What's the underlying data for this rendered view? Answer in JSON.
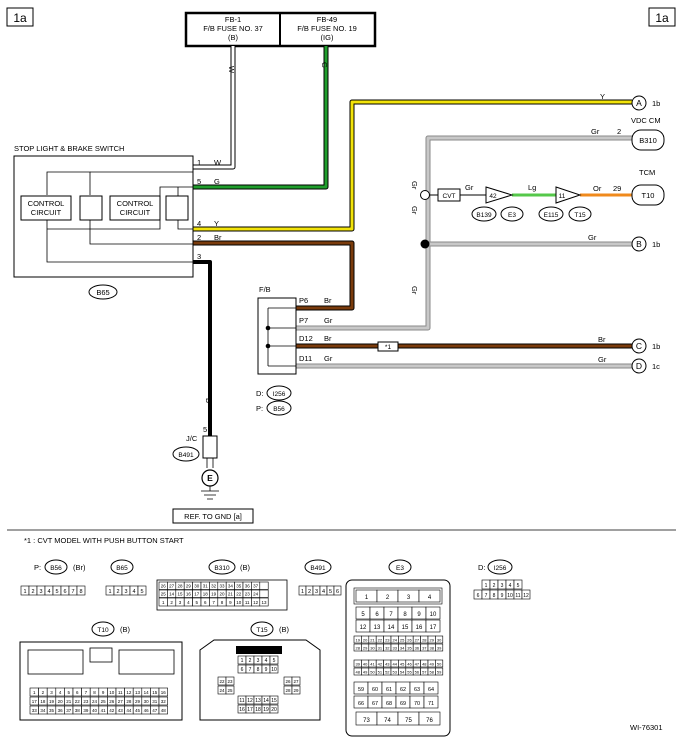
{
  "page_tag_left": "1a",
  "page_tag_right": "1a",
  "fuse_left": {
    "line1": "FB-1",
    "line2": "F/B FUSE NO. 37",
    "line3": "(B)"
  },
  "fuse_right": {
    "line1": "FB-49",
    "line2": "F/B FUSE NO. 19",
    "line3": "(IG)"
  },
  "switch": {
    "title": "STOP LIGHT & BRAKE SWITCH",
    "circuit_a": [
      "CONTROL",
      "CIRCUIT"
    ],
    "circuit_b": [
      "CONTROL",
      "CIRCUIT"
    ],
    "connector": "B65",
    "pins": [
      {
        "pin": "1",
        "color": "W"
      },
      {
        "pin": "5",
        "color": "G"
      },
      {
        "pin": "4",
        "color": "Y"
      },
      {
        "pin": "2",
        "color": "Br"
      },
      {
        "pin": "3",
        "color": ""
      }
    ]
  },
  "wire_labels": {
    "w": "W",
    "g": "G",
    "y": "Y",
    "gr": "Gr",
    "gr2": "Gr",
    "b": "B",
    "lg": "Lg",
    "or": "Or",
    "br": "Br"
  },
  "vdc": {
    "title": "VDC CM",
    "connector": "B310",
    "pin": "2",
    "color": "Gr"
  },
  "tcm": {
    "title": "TCM",
    "connector": "T10",
    "pin": "29",
    "color": "Or"
  },
  "cvt": {
    "label": "CVT",
    "c1_pin": "42",
    "c1_conn_a": "B139",
    "c1_conn_b": "E3",
    "c2_pin": "11",
    "c2_conn_a": "E115",
    "c2_conn_b": "T15"
  },
  "refs": [
    {
      "letter": "A",
      "page": "1b",
      "color": "Y"
    },
    {
      "letter": "B",
      "page": "1b",
      "color": "Gr"
    },
    {
      "letter": "C",
      "page": "1b",
      "color": "Br"
    },
    {
      "letter": "D",
      "page": "1c",
      "color": "Gr"
    }
  ],
  "fb": {
    "title": "F/B",
    "pins": [
      {
        "pin": "P6",
        "color": "Br"
      },
      {
        "pin": "P7",
        "color": "Gr"
      },
      {
        "pin": "D12",
        "color": "Br"
      },
      {
        "pin": "D11",
        "color": "Gr"
      }
    ],
    "conn_d_prefix": "D:",
    "conn_d": "I256",
    "conn_p_prefix": "P:",
    "conn_p": "B56"
  },
  "note_marker": "*1",
  "footnote": "*1  : CVT MODEL WITH PUSH BUTTON START",
  "jc": {
    "title": "J/C",
    "connector": "B491",
    "pin": "5",
    "wire": "B"
  },
  "ground": {
    "letter": "E",
    "ref": "REF. TO GND  [a]"
  },
  "connectors": {
    "b56": {
      "prefix": "P:",
      "name": "B56",
      "suffix": "(Br)",
      "pins": [
        "1",
        "2",
        "3",
        "4",
        "5",
        "6",
        "7",
        "8"
      ]
    },
    "b65": {
      "name": "B65",
      "pins": [
        "1",
        "2",
        "3",
        "4",
        "5"
      ]
    },
    "b310": {
      "name": "B310",
      "suffix": "(B)"
    },
    "b491": {
      "name": "B491",
      "pins": [
        "1",
        "2",
        "3",
        "4",
        "5",
        "6"
      ]
    },
    "e3": {
      "name": "E3"
    },
    "i256": {
      "prefix": "D:",
      "name": "I256",
      "row1": [
        "1",
        "2",
        "3",
        "4",
        "5"
      ],
      "row2": [
        "6",
        "7",
        "8",
        "9",
        "10",
        "11",
        "12"
      ]
    },
    "t10": {
      "name": "T10",
      "suffix": "(B)"
    },
    "t15": {
      "name": "T15",
      "suffix": "(B)"
    }
  },
  "figure_id": "WI-76301",
  "colors": {
    "yellow": "#f2e30a",
    "green": "#1f9e2c",
    "lightgreen": "#55c84a",
    "brown": "#7a3b0c",
    "gray": "#b9b9b9",
    "orange": "#f08a1c",
    "black": "#000000"
  }
}
